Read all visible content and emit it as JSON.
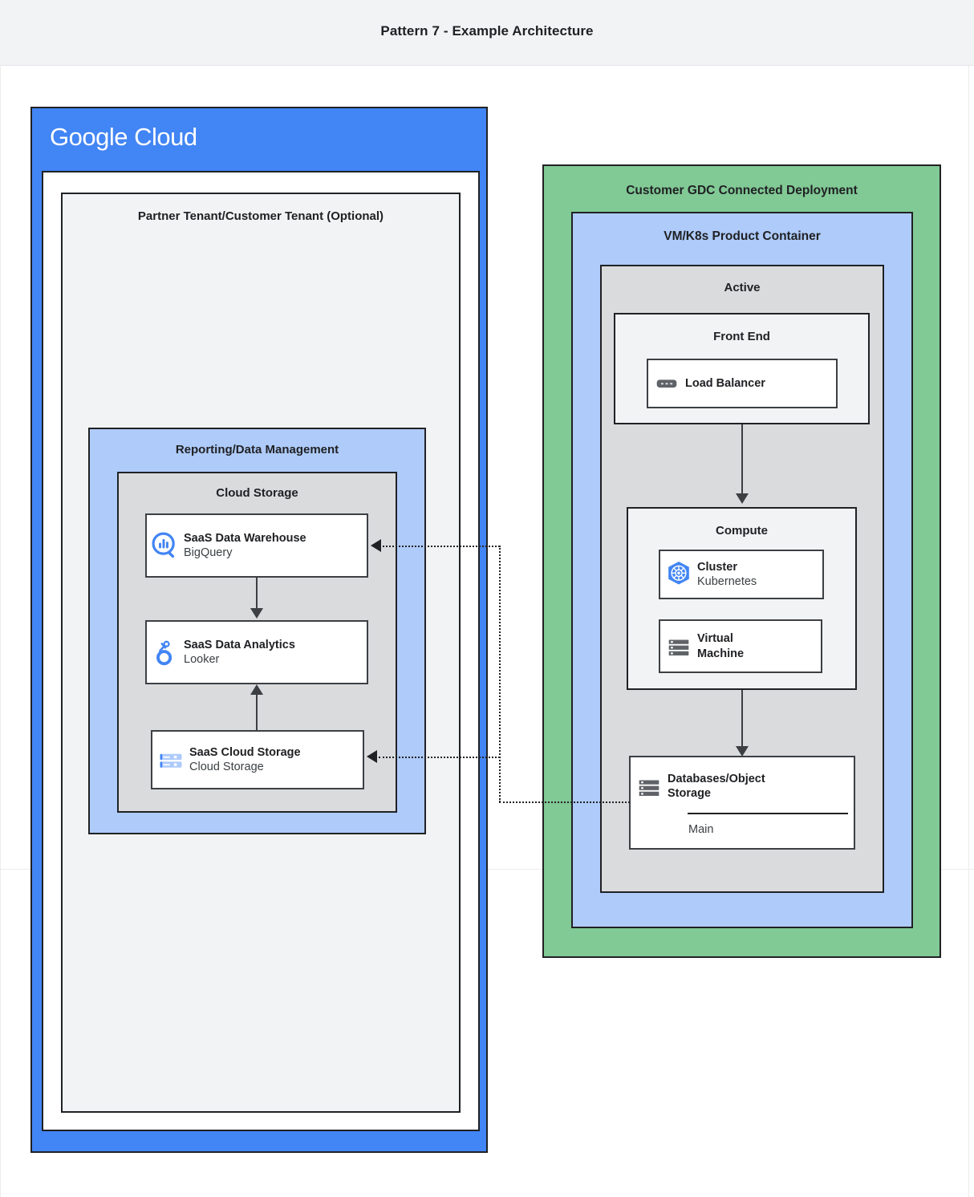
{
  "header": {
    "title": "Pattern 7 - Example Architecture"
  },
  "colors": {
    "header_bg": "#f1f3f4",
    "google_blue": "#4285f4",
    "container_blue": "#aecbfa",
    "container_green": "#81c995",
    "container_gray": "#d9dbdd",
    "container_lightgray": "#f1f3f4",
    "stroke": "#202124",
    "icon_blue": "#4285f4",
    "icon_gray": "#5f6368"
  },
  "google_cloud": {
    "logo_part1": "Google",
    "logo_part2": "Cloud",
    "tenant": {
      "title": "Partner Tenant/Customer Tenant (Optional)",
      "reporting": {
        "title": "Reporting/Data Management",
        "cloud_storage": {
          "title": "Cloud Storage",
          "items": [
            {
              "icon": "bigquery-icon",
              "title": "SaaS Data Warehouse",
              "subtitle": "BigQuery"
            },
            {
              "icon": "looker-icon",
              "title": "SaaS Data Analytics",
              "subtitle": "Looker"
            },
            {
              "icon": "cloud-storage-icon",
              "title": "SaaS Cloud Storage",
              "subtitle": "Cloud Storage"
            }
          ]
        }
      }
    }
  },
  "gdc": {
    "title": "Customer GDC Connected Deployment",
    "product_container": {
      "title": "VM/K8s Product Container",
      "active": {
        "title": "Active",
        "front_end": {
          "title": "Front End",
          "items": [
            {
              "icon": "load-balancer-icon",
              "title": "Load Balancer",
              "subtitle": ""
            }
          ]
        },
        "compute": {
          "title": "Compute",
          "items": [
            {
              "icon": "kubernetes-icon",
              "title": "Cluster",
              "subtitle": "Kubernetes"
            },
            {
              "icon": "virtual-machine-icon",
              "title": "Virtual Machine",
              "subtitle": ""
            }
          ]
        },
        "database": {
          "icon": "database-icon",
          "title": "Databases/Object Storage",
          "footer": "Main"
        }
      }
    }
  },
  "connections": [
    {
      "from": "Databases/Object Storage",
      "to": "SaaS Data Warehouse",
      "style": "dotted",
      "direction": "left"
    },
    {
      "from": "Databases/Object Storage",
      "to": "SaaS Cloud Storage",
      "style": "dotted",
      "direction": "left"
    },
    {
      "from": "Load Balancer",
      "to": "Compute",
      "style": "solid",
      "direction": "down"
    },
    {
      "from": "Compute",
      "to": "Databases/Object Storage",
      "style": "solid",
      "direction": "down"
    },
    {
      "from": "SaaS Data Warehouse",
      "to": "SaaS Data Analytics",
      "style": "solid",
      "direction": "down"
    },
    {
      "from": "SaaS Cloud Storage",
      "to": "SaaS Data Analytics",
      "style": "solid",
      "direction": "up"
    }
  ]
}
